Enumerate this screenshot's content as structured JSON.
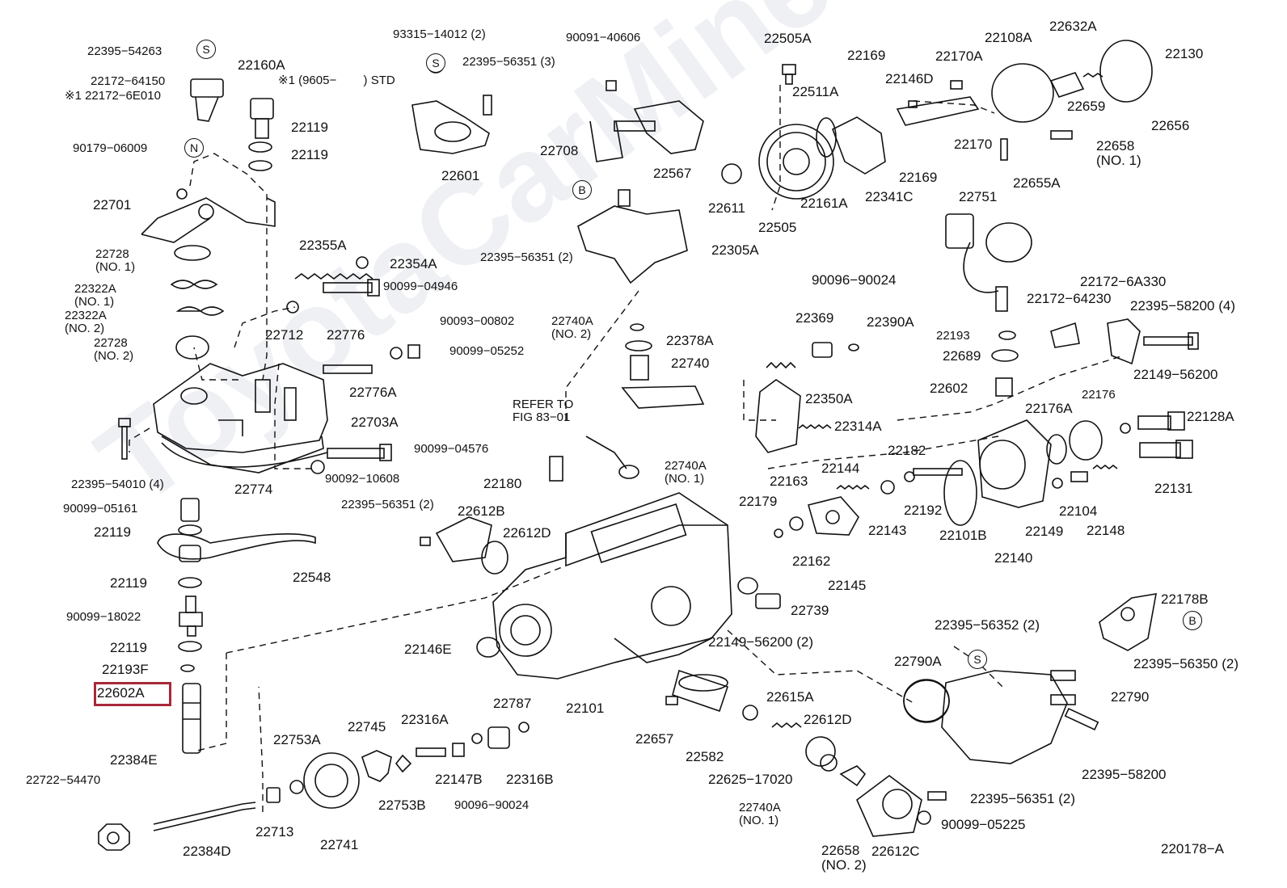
{
  "watermark": "ToyotaCarMine.ru",
  "diagram_id": "220178−A",
  "highlighted_part": "22602A",
  "callouts": [
    "S",
    "N",
    "S",
    "B",
    "S",
    "B"
  ],
  "labels": [
    "22395−54263",
    "22172−64150",
    "※1 22172−6E010",
    "90179−06009",
    "22701",
    "22728\n(NO. 1)",
    "22322A\n(NO. 1)",
    "22322A\n(NO. 2)",
    "22728\n(NO. 2)",
    "22160A",
    "※1 (9605−        ) STD",
    "22119",
    "22119",
    "22355A",
    "22354A",
    "90099−04946",
    "22712",
    "22776",
    "22776A",
    "22703A",
    "90099−04576",
    "22774",
    "90092−10608",
    "22395−54010 (4)",
    "90093−00802",
    "90099−05252",
    "93315−14012 (2)",
    "22395−56351 (3)",
    "22601",
    "90091−40606",
    "22708",
    "22567",
    "22395−56351 (2)",
    "22305A",
    "22740A\n(NO. 2)",
    "22378A",
    "22740",
    "REFER TO\nFIG 83−01",
    "22740A\n(NO. 1)",
    "22180",
    "22395−56351 (2)",
    "22612B",
    "22612D",
    "90099−05161",
    "22119",
    "22548",
    "22119",
    "90099−18022",
    "22119",
    "22193F",
    "22602A",
    "22384E",
    "22722−54470",
    "22384D",
    "22713",
    "22753A",
    "22741",
    "22745",
    "22753B",
    "22316A",
    "22147B",
    "90096−90024",
    "22316B",
    "22787",
    "22146E",
    "22101",
    "22505A",
    "22511A",
    "22169",
    "22170A",
    "22146D",
    "22169",
    "22108A",
    "22632A",
    "22130",
    "22659",
    "22656",
    "22170",
    "22658\n(NO. 1)",
    "22655A",
    "22611",
    "22505",
    "22161A",
    "22341C",
    "22751",
    "90096−90024",
    "22369",
    "22390A",
    "22193",
    "22689",
    "22602",
    "22172−64230",
    "22172−6A330",
    "22395−58200 (4)",
    "22149−56200",
    "22128A",
    "22176A",
    "22176",
    "22131",
    "22350A",
    "22314A",
    "22163",
    "22144",
    "22182",
    "22179",
    "22162",
    "22143",
    "22192",
    "22101B",
    "22145",
    "22149",
    "22104",
    "22148",
    "22140",
    "22739",
    "22149−56200 (2)",
    "22657",
    "22582",
    "22615A",
    "22625−17020",
    "22612D",
    "22740A\n(NO. 1)",
    "22658\n(NO. 2)",
    "22612C",
    "22790A",
    "22395−56352 (2)",
    "22790",
    "22395−58200",
    "22395−56351 (2)",
    "90099−05225",
    "22178B",
    "22395−56350 (2)"
  ]
}
